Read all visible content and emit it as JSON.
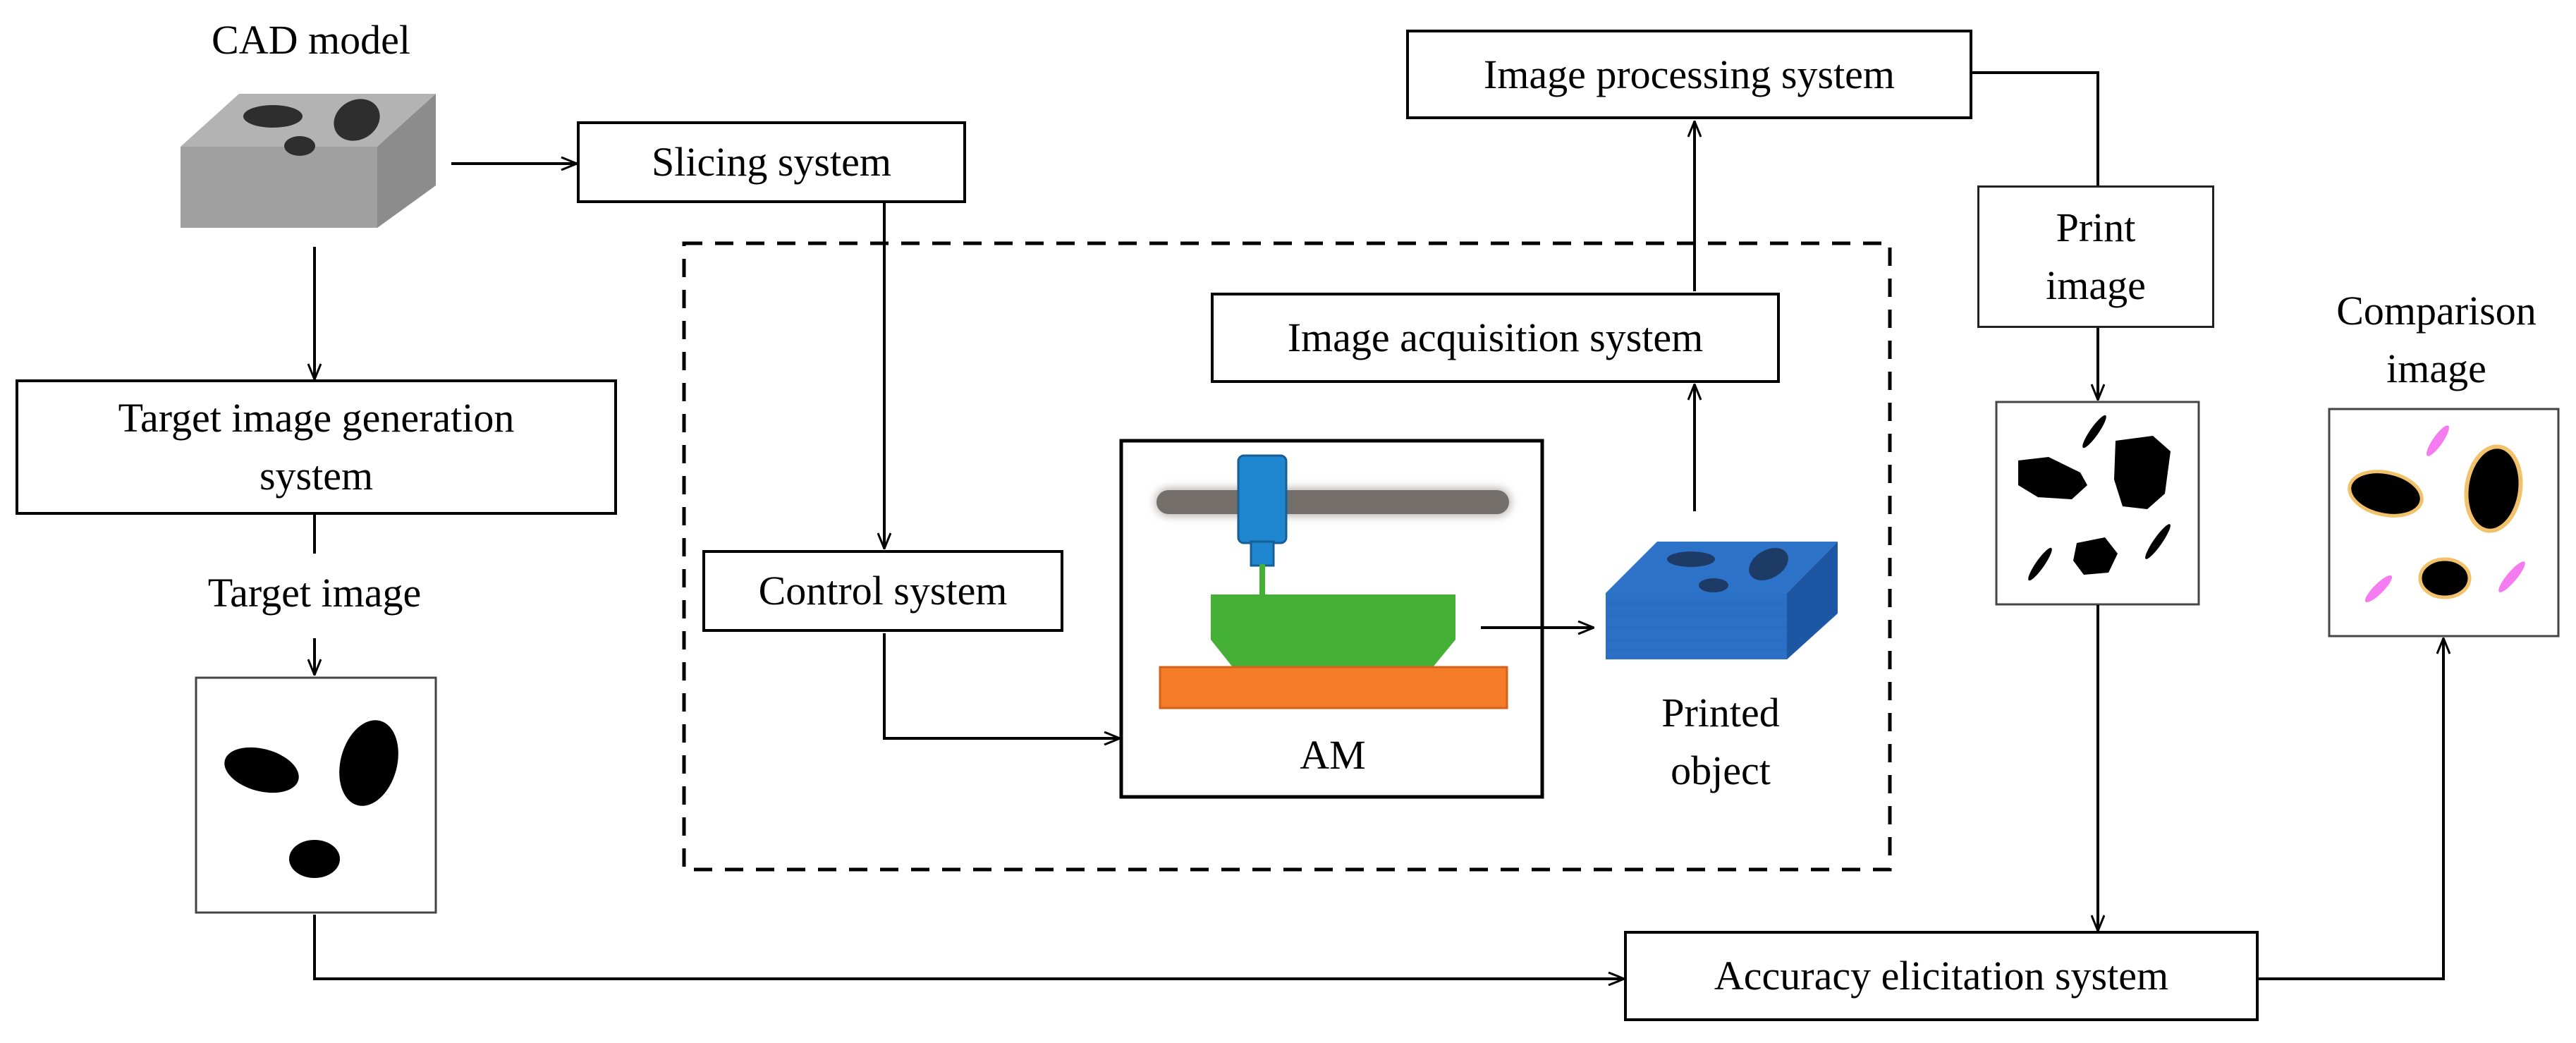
{
  "labels": {
    "cad_model": "CAD model",
    "target_image": "Target image",
    "print_image_line1": "Print",
    "print_image_line2": "image",
    "comparison_line1": "Comparison",
    "comparison_line2": "image",
    "am": "AM",
    "printed_line1": "Printed",
    "printed_line2": "object"
  },
  "boxes": {
    "slicing": "Slicing system",
    "target_gen_line1": "Target image generation",
    "target_gen_line2": "system",
    "control": "Control system",
    "acquisition": "Image acquisition system",
    "processing": "Image processing system",
    "accuracy": "Accuracy elicitation system"
  },
  "colors": {
    "cad_top": "#b3b3b3",
    "cad_front": "#a0a0a0",
    "cad_side": "#8c8c8c",
    "nozzle": "#1f86d0",
    "rail": "#756f6c",
    "print_part": "#45b036",
    "bed": "#f47b28",
    "bed_border": "#d4621a",
    "printed_object": "#2c72c8",
    "hole": "#1d3b66",
    "comparison_pink": "#f57cf0",
    "comparison_outline": "#f2c26b"
  }
}
